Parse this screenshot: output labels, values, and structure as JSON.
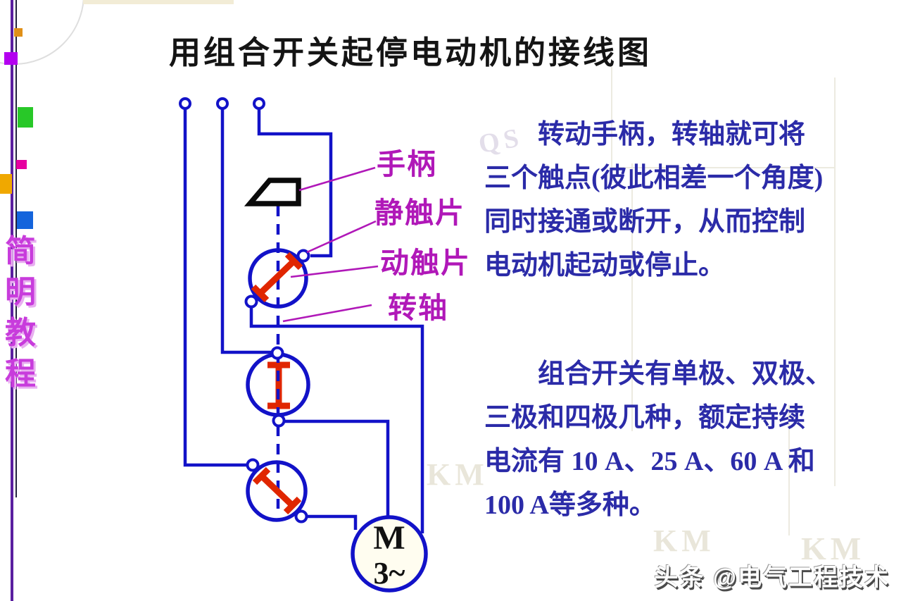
{
  "page": {
    "title": "用组合开关起停电动机的接线图",
    "watermark": "头条 @电气工程技术"
  },
  "sidebar": {
    "vertical_text": {
      "c1": "简",
      "c2": "明",
      "c3": "教",
      "c4": "程"
    },
    "square_colors": {
      "orange_small": "#E09018",
      "purple": "#B400F0",
      "green": "#28C828",
      "magenta": "#E600A0",
      "orange_large": "#F0A800",
      "blue": "#1464DC"
    }
  },
  "diagram": {
    "labels": {
      "handle": "手柄",
      "static_contact": "静触片",
      "moving_contact": "动触片",
      "shaft": "转轴"
    },
    "motor": {
      "letter": "M",
      "phase": "3~"
    },
    "colors": {
      "wire_blue": "#1212C8",
      "contact_red": "#E02600",
      "label_magenta": "#B018B8",
      "handle_black": "#0A0A0A"
    }
  },
  "paragraphs": {
    "p1": {
      "l1": "转动手柄，转轴就可将",
      "l2": "三个触点(彼此相差一个角度)",
      "l3": "同时接通或断开，从而控制",
      "l4": "电动机起动或停止。"
    },
    "p2": {
      "l1": "组合开关有单极、双极、",
      "l2": "三极和四极几种，额定持续",
      "l3": "电流有 10 A、25 A、60 A 和",
      "l4": "100 A等多种。"
    }
  },
  "ghost": {
    "km": "KM",
    "qs": "QS"
  }
}
